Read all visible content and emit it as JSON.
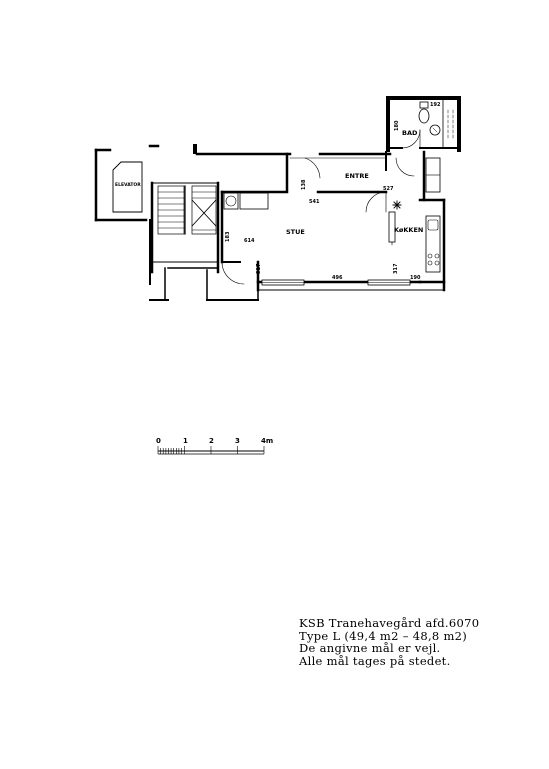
{
  "rooms": {
    "entre": "ENTRE",
    "bad": "BAD",
    "stue": "STUE",
    "kokken": "KøKKEN",
    "elevator": "ELEVATOR"
  },
  "dimensions": {
    "d192": "192",
    "d180": "180",
    "d527": "527",
    "d541": "541",
    "d138": "138",
    "d614": "614",
    "d183": "183",
    "d317a": "317",
    "d496": "496",
    "d317b": "317",
    "d190": "190"
  },
  "scale": {
    "ticks": [
      "0",
      "1",
      "2",
      "3",
      "4m"
    ]
  },
  "info": {
    "line1": "KSB Tranehavegård afd.6070",
    "line2": "Type L (49,4 m2 – 48,8 m2)",
    "line3": "De angivne mål er vejl.",
    "line4": "Alle mål tages på stedet."
  }
}
